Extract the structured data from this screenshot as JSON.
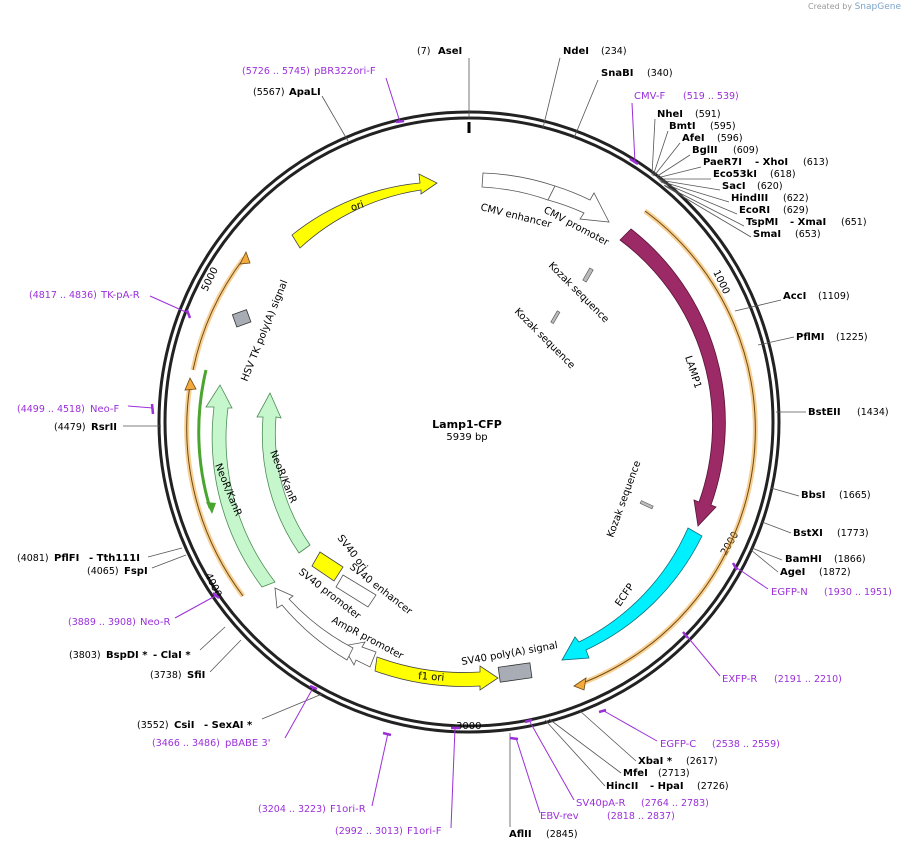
{
  "created_by": {
    "prefix": "Created by",
    "brand": "SnapGene"
  },
  "plasmid": {
    "name": "Lamp1-CFP",
    "size": "5939 bp",
    "length": 5939
  },
  "colors": {
    "primer": "#9b30d9",
    "ori": "#ffff00",
    "lamp1": "#9b2a66",
    "ecfp": "#00f0ff",
    "neo": "#c6f7cc",
    "cmv": "#ffffff",
    "orange": "#f4a93d",
    "polyA": "#a8adb5"
  },
  "ticks": [
    "1000",
    "2000",
    "3000",
    "4000",
    "5000"
  ],
  "enzymes": [
    {
      "pos": "(7)",
      "name": "AseI"
    },
    {
      "name": "NdeI",
      "pos": "(234)"
    },
    {
      "name": "SnaBI",
      "pos": "(340)"
    },
    {
      "name": "NheI",
      "pos": "(591)"
    },
    {
      "name": "BmtI",
      "pos": "(595)"
    },
    {
      "name": "AfeI",
      "pos": "(596)"
    },
    {
      "name": "BglII",
      "pos": "(609)"
    },
    {
      "name": "PaeR7I",
      "name2": "- XhoI",
      "pos": "(613)"
    },
    {
      "name": "Eco53kI",
      "pos": "(618)"
    },
    {
      "name": "SacI",
      "pos": "(620)"
    },
    {
      "name": "HindIII",
      "pos": "(622)"
    },
    {
      "name": "EcoRI",
      "pos": "(629)"
    },
    {
      "name": "TspMI",
      "name2": "- XmaI",
      "pos": "(651)"
    },
    {
      "name": "SmaI",
      "pos": "(653)"
    },
    {
      "name": "AccI",
      "pos": "(1109)"
    },
    {
      "name": "PflMI",
      "pos": "(1225)"
    },
    {
      "name": "BstEII",
      "pos": "(1434)"
    },
    {
      "name": "BbsI",
      "pos": "(1665)"
    },
    {
      "name": "BstXI",
      "pos": "(1773)"
    },
    {
      "name": "BamHI",
      "pos": "(1866)"
    },
    {
      "name": "AgeI",
      "pos": "(1872)"
    },
    {
      "name": "XbaI *",
      "pos": "(2617)"
    },
    {
      "name": "MfeI",
      "pos": "(2713)"
    },
    {
      "name": "HincII",
      "name2": "- HpaI",
      "pos": "(2726)"
    },
    {
      "name": "AflII",
      "pos": "(2845)"
    },
    {
      "pos": "(3552)",
      "name": "CsiI",
      "name2": "- SexAI *"
    },
    {
      "pos": "(3738)",
      "name": "SfiI"
    },
    {
      "pos": "(3803)",
      "name": "BspDI *",
      "name2": "- ClaI *"
    },
    {
      "pos": "(4065)",
      "name": "FspI"
    },
    {
      "pos": "(4081)",
      "name": "PflFI",
      "name2": "- Tth111I"
    },
    {
      "pos": "(4479)",
      "name": "RsrII"
    },
    {
      "pos": "(5567)",
      "name": "ApaLI"
    }
  ],
  "primers": [
    {
      "name": "CMV-F",
      "pos": "(519 .. 539)"
    },
    {
      "name": "EGFP-N",
      "pos": "(1930 .. 1951)"
    },
    {
      "name": "EXFP-R",
      "pos": "(2191 .. 2210)"
    },
    {
      "name": "EGFP-C",
      "pos": "(2538 .. 2559)"
    },
    {
      "name": "SV40pA-R",
      "pos": "(2764 .. 2783)"
    },
    {
      "name": "EBV-rev",
      "pos": "(2818 .. 2837)"
    },
    {
      "name": "F1ori-F",
      "pos": "(2992 .. 3013)"
    },
    {
      "name": "F1ori-R",
      "pos": "(3204 .. 3223)"
    },
    {
      "name": "pBABE 3'",
      "pos": "(3466 .. 3486)"
    },
    {
      "name": "Neo-R",
      "pos": "(3889 .. 3908)"
    },
    {
      "name": "Neo-F",
      "pos": "(4499 .. 4518)"
    },
    {
      "name": "TK-pA-R",
      "pos": "(4817 .. 4836)"
    },
    {
      "name": "pBR322ori-F",
      "pos": "(5726 .. 5745)"
    }
  ],
  "features": {
    "ori": "ori",
    "cmv_enhancer": "CMV enhancer",
    "cmv_promoter": "CMV promoter",
    "kozak1": "Kozak sequence",
    "kozak2": "Kozak sequence",
    "kozak3": "Kozak sequence",
    "lamp1": "LAMP1",
    "ecfp": "ECFP",
    "sv40_polya": "SV40 poly(A) signal",
    "f1_ori": "f1 ori",
    "ampr_promoter": "AmpR promoter",
    "sv40_promoter": "SV40 promoter",
    "sv40_enhancer": "SV40 enhancer",
    "sv40_ori": "SV40 ori",
    "neor1": "NeoR/KanR",
    "neor2": "NeoR/KanR",
    "hsv_tk": "HSV TK poly(A) signal"
  }
}
